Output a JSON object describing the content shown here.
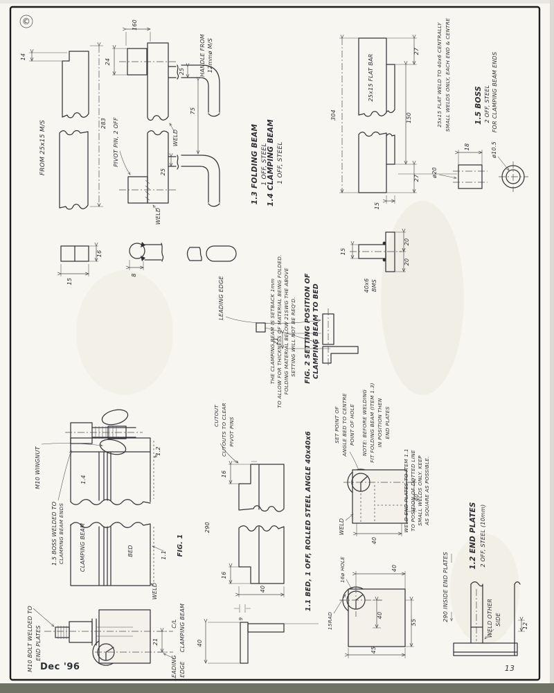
{
  "page": {
    "copyright": "©",
    "date_note": "Dec '96",
    "page_number": "13"
  },
  "blade": {
    "material": "FROM 25x15 M/S",
    "dim_14": "14",
    "dim_283": "283"
  },
  "folding_beam": {
    "title": "1.3 FOLDING BEAM",
    "qty": "1 OFF, STEEL",
    "pivot_pin_label": "PIVOT PIN, 2 OFF",
    "weld_top": "WELD",
    "weld_bottom": "WELD",
    "handle_line1": "HANDLE FROM",
    "handle_line2": "12mmø M/S",
    "dim_160": "160",
    "dim_24": "24",
    "dim_25_top": "25",
    "dim_75": "75",
    "dim_25_bottom": "25"
  },
  "clamping_beam": {
    "title": "1.4 CLAMPING BEAM",
    "qty": "1 OFF, STEEL",
    "flat_bar_label": "25x15 FLAT BAR",
    "dim_27_top": "27",
    "dim_150": "150",
    "dim_304": "304",
    "dim_27_bottom": "27",
    "dim_15": "15",
    "weld_note_line1": "25x15 FLAT WELD TO 40x6 CENTRALLY",
    "weld_note_line2": "SMALL WELDS ONLY, EACH END & CENTRE"
  },
  "boss": {
    "title": "1.5 BOSS",
    "qty": "2 OFF, STEEL",
    "for_note": "FOR CLAMPING BEAM ENDS",
    "dim_18": "18",
    "dim_bore": "ø10.5",
    "dim_od": "ø20"
  },
  "pivot_pin_detail": {
    "dim_16": "16",
    "dim_15": "15",
    "dim_8": "8"
  },
  "fig2": {
    "leading_edge": "LEADING EDGE",
    "note_line1": "THE CLAMPING BEAM IS SETBACK 1mm",
    "note_line2": "TO ALLOW FOR THICKNESS OF MATERIAL BEING FOLDED.",
    "note_line3": "FOLDING MATERIAL BELOW 21SWG THE ABOVE",
    "note_line4": "SETTING WILL NOT BE REQ'D.",
    "caption_line1": "FIG. 2 SETTING POSITION OF",
    "caption_line2": "CLAMPING BEAM TO BED",
    "dim_21": "21",
    "stop_dim_15": "15",
    "stop_dim_20_top": "20",
    "stop_dim_20_bottom": "20",
    "stop_material_line1": "40x6",
    "stop_material_line2": "BMS"
  },
  "fig1": {
    "wingnut": "M10 WINGNUT",
    "boss_note_line1": "1.5 BOSS WELDED TO",
    "boss_note_line2": "CLAMPING BEAM ENDS",
    "clamping_beam": "CLAMPING BEAM",
    "bed": "BED",
    "ref_14": "1.4",
    "ref_12": "1.2",
    "ref_11": "1.1",
    "caption": "FIG. 1",
    "weld": "WELD"
  },
  "bolt_detail": {
    "note_line1": "M10 BOLT WELDED TO",
    "note_line2": "END PLATES",
    "cl_line1": "C/L",
    "cl_line2": "CLAMPING BEAM",
    "dim_21": "21",
    "leading_line1": "LEADING",
    "leading_line2": "EDGE"
  },
  "bed": {
    "title": "1.1 BED, 1 OFF, ROLLED STEEL ANGLE 40x40x6",
    "cutout_label": "CUTOUT",
    "cutout_note_line1": "CUTOUTS TO CLEAR",
    "cutout_note_line2": "PIVOT PINS",
    "dim_16_top": "16",
    "dim_290": "290",
    "dim_16_bottom": "16",
    "dim_40_end": "40",
    "dim_9": "9",
    "dim_40_leg": "40"
  },
  "end_plate_fig": {
    "set_note_line1": "SET POINT OF",
    "set_note_line2": "ANGLE BED TO CENTRE",
    "set_note_line3": "POINT OF HOLE",
    "note_line1": "NOTE: BEFORE WELDING",
    "note_line2": "FIT FOLDING BEAM (ITEM 1.3)",
    "note_line3": "IN POSITION THEN",
    "note_line4": "END PLATES",
    "weld": "WELD",
    "dim_40_right": "40",
    "dim_40_bottom": "40"
  },
  "end_plates": {
    "title": "1.2 END PLATES",
    "qty": "2 OFF, STEEL (10mm)",
    "assembly_note_line1": "WELD END PLATES TO ITEM 1.1",
    "assembly_note_line2": "TO POSITION OF DOTTED LINE",
    "assembly_note_line3": "SMALL WELDS ONLY. KEEP",
    "assembly_note_line4": "AS SQUARE AS POSSIBLE.",
    "inside_note": "290 INSIDE END PLATES",
    "hole_label": "16ø HOLE",
    "rad_label": "15RAD",
    "dim_40_top": "40",
    "dim_40_mid": "40",
    "dim_55": "55",
    "dim_45": "45",
    "weld_other_line1": "WELD OTHER",
    "weld_other_line2": "SIDE",
    "dim_12": "12"
  }
}
